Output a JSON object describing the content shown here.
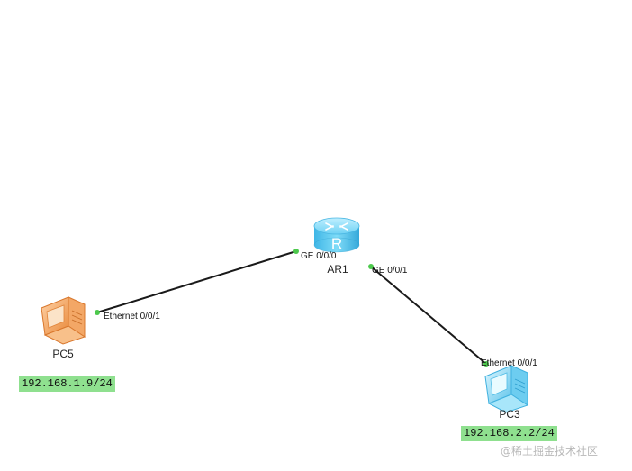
{
  "devices": {
    "router": {
      "name": "AR1",
      "glyph": "R"
    },
    "pc5": {
      "name": "PC5",
      "ip": "192.168.1.9/24"
    },
    "pc3": {
      "name": "PC3",
      "ip": "192.168.2.2/24"
    }
  },
  "links": [
    {
      "from": "AR1",
      "from_port": "GE 0/0/0",
      "to": "PC5",
      "to_port": "Ethernet 0/0/1"
    },
    {
      "from": "AR1",
      "from_port": "GE 0/0/1",
      "to": "PC3",
      "to_port": "Ethernet 0/0/1"
    }
  ],
  "watermark": "@稀土掘金技术社区",
  "colors": {
    "link": "#1a1a1a",
    "port_dot": "#4cc94c",
    "router": "#5cc8ef",
    "pc5": "#f0a060",
    "pc3": "#7fd8f2",
    "ip_tag": "#8fe08f"
  },
  "icons": {
    "router": "router-icon",
    "pc5": "pc-icon",
    "pc3": "pc-icon"
  }
}
